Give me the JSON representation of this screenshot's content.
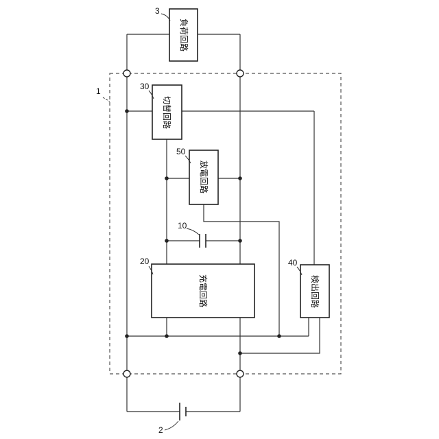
{
  "diagram": {
    "load_circuit": {
      "ref": "3",
      "label": "負荷回路"
    },
    "device": {
      "ref": "1"
    },
    "switching_circuit": {
      "ref": "30",
      "label": "切替回路"
    },
    "discharge_circuit": {
      "ref": "50",
      "label": "放電回路"
    },
    "capacitor": {
      "ref": "10"
    },
    "charging_circuit": {
      "ref": "20",
      "label": "充電回路"
    },
    "detection_circuit": {
      "ref": "40",
      "label": "検出回路"
    },
    "power_source": {
      "ref": "2"
    }
  }
}
